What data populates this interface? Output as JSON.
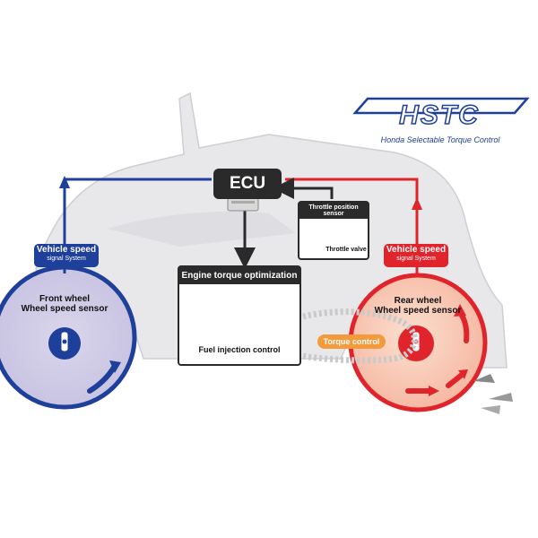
{
  "logo": {
    "mark": "HSTC",
    "tagline": "Honda Selectable Torque Control"
  },
  "ecu": {
    "label": "ECU"
  },
  "throttle": {
    "title": "Throttle position sensor",
    "valve": "Throttle valve"
  },
  "engine": {
    "title": "Engine torque optimization",
    "caption": "Fuel injection control"
  },
  "front_signal": {
    "title": "Vehicle speed",
    "sub": "signal System"
  },
  "rear_signal": {
    "title": "Vehicle speed",
    "sub": "signal System"
  },
  "front_wheel": {
    "line1": "Front wheel",
    "line2": "Wheel speed sensor"
  },
  "rear_wheel": {
    "line1": "Rear wheel",
    "line2": "Wheel speed sensor"
  },
  "torque": {
    "label": "Torque control"
  },
  "colors": {
    "blue": "#1e3f9a",
    "red": "#e0242b",
    "dark": "#2a2a2a",
    "orange": "#f39a3c",
    "silhouette": "#e7e7e9"
  }
}
